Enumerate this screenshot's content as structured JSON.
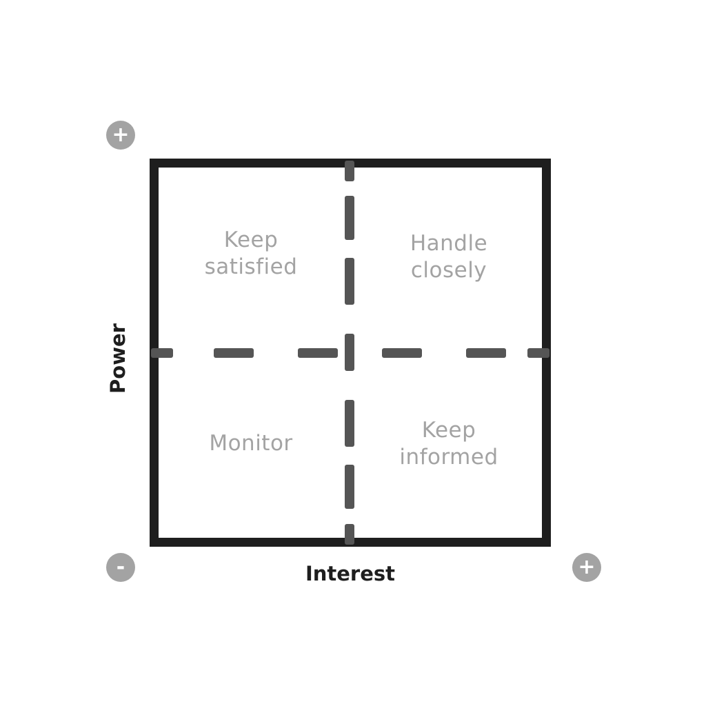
{
  "colors": {
    "frame": "#1e1e1e",
    "divider": "#555555",
    "quadrant_text": "#a3a3a3",
    "sign_circle": "#a3a3a3",
    "axis_text": "#1e1e1e"
  },
  "quadrants": {
    "top_left": [
      "Keep",
      "satisfied"
    ],
    "top_right": [
      "Handle",
      "closely"
    ],
    "bottom_left": [
      "Monitor"
    ],
    "bottom_right": [
      "Keep",
      "informed"
    ]
  },
  "axes": {
    "x_label": "Interest",
    "y_label": "Power"
  },
  "signs": {
    "y_high": "+",
    "origin": "-",
    "x_high": "+"
  }
}
